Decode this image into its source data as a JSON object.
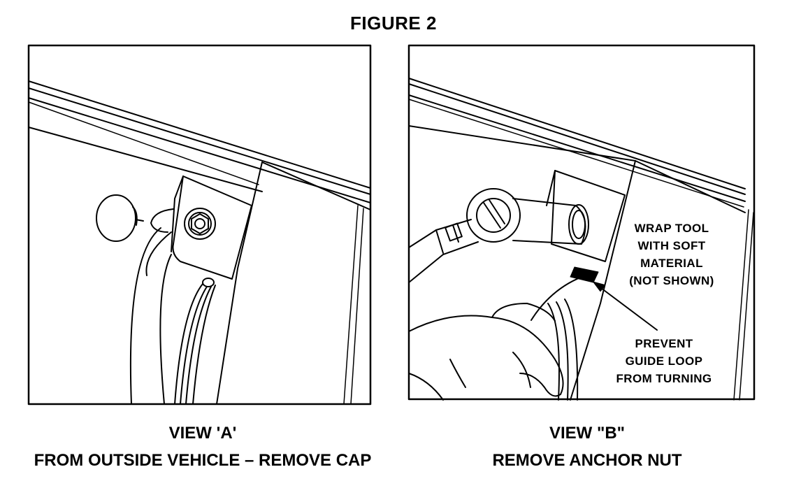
{
  "figure_title": "FIGURE 2",
  "view_a": {
    "title": "VIEW  'A'",
    "subtitle": "FROM OUTSIDE VEHICLE – REMOVE CAP"
  },
  "view_b": {
    "title": "VIEW  \"B\"",
    "subtitle": "REMOVE ANCHOR NUT",
    "callout_wrap": [
      "WRAP TOOL",
      "WITH SOFT",
      "MATERIAL",
      "(NOT SHOWN)"
    ],
    "callout_prevent": [
      "PREVENT",
      "GUIDE LOOP",
      "FROM TURNING"
    ]
  }
}
